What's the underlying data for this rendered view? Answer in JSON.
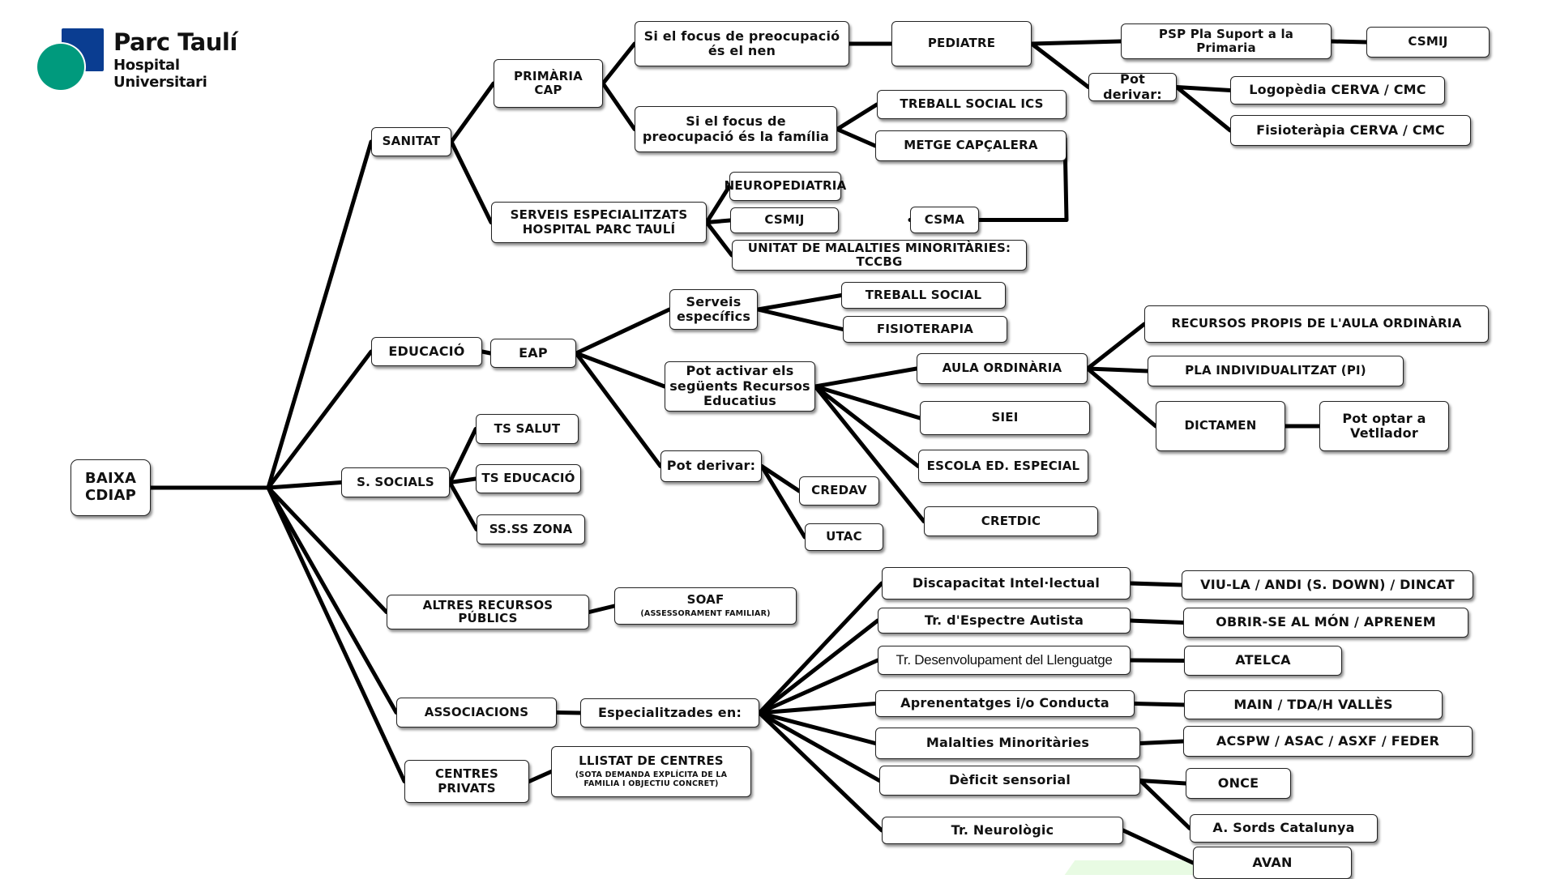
{
  "logo": {
    "name": "Parc Taulí",
    "subtitle": "Hospital Universitari",
    "colors": {
      "square": "#0a3d91",
      "circle": "#009a7d"
    }
  },
  "nodes": {
    "root": "BAIXA\nCDIAP",
    "sanitat": "SANITAT",
    "primaria": "PRIMÀRIA\nCAP",
    "focus_nen": "Si el focus de preocupació\nés el nen",
    "focus_familia": "Si el focus de\npreocupació és la família",
    "pediatre": "PEDIATRE",
    "psp": "PSP Pla Suport a la\nPrimaria",
    "csmij_top": "CSMIJ",
    "pot_derivar_top": "Pot derivar:",
    "logopedia": "Logopèdia CERVA / CMC",
    "fisioterapia_cerva": "Fisioteràpia CERVA / CMC",
    "treball_social_ics": "TREBALL SOCIAL ICS",
    "metge": "METGE CAPÇALERA",
    "csma": "CSMA",
    "serveis_espec": "SERVEIS ESPECIALITZATS\nHOSPITAL PARC TAULÍ",
    "neuropediatria": "NEUROPEDIATRIA",
    "csmij_mid": "CSMIJ",
    "unitat": "UNITAT DE MALALTIES MINORITÀRIES: TCCBG",
    "educacio": "EDUCACIÓ",
    "eap": "EAP",
    "serveis_especifics": "Serveis\nespecífics",
    "treball_social": "TREBALL SOCIAL",
    "fisioterapia": "FISIOTERAPIA",
    "pot_activar": "Pot activar els\nsegüents Recursos\nEducatius",
    "aula_ordinaria": "AULA ORDINÀRIA",
    "siei": "SIEI",
    "escola_especial": "ESCOLA ED. ESPECIAL",
    "cretdic": "CRETDIC",
    "recursos_propis": "RECURSOS PROPIS DE L'AULA ORDINÀRIA",
    "pla_individualitzat": "PLA INDIVIDUALITZAT (PI)",
    "dictamen": "DICTAMEN",
    "vetllador": "Pot optar a\nVetllador",
    "pot_derivar_eap": "Pot derivar:",
    "credav": "CREDAV",
    "utac": "UTAC",
    "ssocials": "S. SOCIALS",
    "ts_salut": "TS SALUT",
    "ts_educacio": "TS EDUCACIÓ",
    "ssss_zona": "SS.SS ZONA",
    "altres": "ALTRES RECURSOS\nPÚBLICS",
    "soaf": "SOAF",
    "soaf_sub": "(ASSESSORAMENT FAMILIAR)",
    "associacions": "ASSOCIACIONS",
    "especialitzades": "Especialitzades en:",
    "centres_privats": "CENTRES\nPRIVATS",
    "llistat": "LLISTAT DE CENTRES",
    "llistat_sub": "(SOTA DEMANDA EXPLÍCITA DE LA\nFAMILIA I OBJECTIU CONCRET)",
    "discapacitat": "Discapacitat Intel·lectual",
    "tea": "Tr. d'Espectre Autista",
    "tdl": "Tr. Desenvolupament del Llenguatge",
    "aprenentatges": "Aprenentatges i/o Conducta",
    "malalties_min": "Malalties Minoritàries",
    "deficit": "Dèficit sensorial",
    "neurologic": "Tr. Neurològic",
    "viula": "VIU-LA / ANDI (S. DOWN) / DINCAT",
    "obrirse": "OBRIR-SE AL MÓN / APRENEM",
    "atelca": "ATELCA",
    "main": "MAIN / TDA/H VALLÈS",
    "acspw": "ACSPW / ASAC / ASXF / FEDER",
    "once": "ONCE",
    "sords": "A. Sords Catalunya",
    "avan": "AVAN"
  },
  "connections": [
    [
      "root",
      "sanitat"
    ],
    [
      "root",
      "educacio"
    ],
    [
      "root",
      "ssocials"
    ],
    [
      "root",
      "altres"
    ],
    [
      "root",
      "associacions"
    ],
    [
      "root",
      "centres_privats"
    ],
    [
      "sanitat",
      "primaria"
    ],
    [
      "sanitat",
      "serveis_espec"
    ],
    [
      "primaria",
      "focus_nen"
    ],
    [
      "primaria",
      "focus_familia"
    ],
    [
      "focus_nen",
      "pediatre"
    ],
    [
      "pediatre",
      "psp"
    ],
    [
      "psp",
      "csmij_top"
    ],
    [
      "pediatre",
      "pot_derivar_top"
    ],
    [
      "pot_derivar_top",
      "logopedia"
    ],
    [
      "pot_derivar_top",
      "fisioterapia_cerva"
    ],
    [
      "focus_familia",
      "treball_social_ics"
    ],
    [
      "focus_familia",
      "metge"
    ],
    [
      "metge",
      "csma"
    ],
    [
      "serveis_espec",
      "neuropediatria"
    ],
    [
      "serveis_espec",
      "csmij_mid"
    ],
    [
      "serveis_espec",
      "unitat"
    ],
    [
      "educacio",
      "eap"
    ],
    [
      "eap",
      "serveis_especifics"
    ],
    [
      "eap",
      "pot_activar"
    ],
    [
      "eap",
      "pot_derivar_eap"
    ],
    [
      "serveis_especifics",
      "treball_social"
    ],
    [
      "serveis_especifics",
      "fisioterapia"
    ],
    [
      "pot_activar",
      "aula_ordinaria"
    ],
    [
      "pot_activar",
      "siei"
    ],
    [
      "pot_activar",
      "escola_especial"
    ],
    [
      "pot_activar",
      "cretdic"
    ],
    [
      "aula_ordinaria",
      "recursos_propis"
    ],
    [
      "aula_ordinaria",
      "pla_individualitzat"
    ],
    [
      "aula_ordinaria",
      "dictamen"
    ],
    [
      "dictamen",
      "vetllador"
    ],
    [
      "pot_derivar_eap",
      "credav"
    ],
    [
      "pot_derivar_eap",
      "utac"
    ],
    [
      "ssocials",
      "ts_salut"
    ],
    [
      "ssocials",
      "ts_educacio"
    ],
    [
      "ssocials",
      "ssss_zona"
    ],
    [
      "altres",
      "soaf"
    ],
    [
      "associacions",
      "especialitzades"
    ],
    [
      "centres_privats",
      "llistat"
    ],
    [
      "especialitzades",
      "discapacitat"
    ],
    [
      "especialitzades",
      "tea"
    ],
    [
      "especialitzades",
      "tdl"
    ],
    [
      "especialitzades",
      "aprenentatges"
    ],
    [
      "especialitzades",
      "malalties_min"
    ],
    [
      "especialitzades",
      "deficit"
    ],
    [
      "especialitzades",
      "neurologic"
    ],
    [
      "discapacitat",
      "viula"
    ],
    [
      "tea",
      "obrirse"
    ],
    [
      "tdl",
      "atelca"
    ],
    [
      "aprenentatges",
      "main"
    ],
    [
      "malalties_min",
      "acspw"
    ],
    [
      "deficit",
      "once"
    ],
    [
      "deficit",
      "sords"
    ],
    [
      "neurologic",
      "avan"
    ]
  ]
}
